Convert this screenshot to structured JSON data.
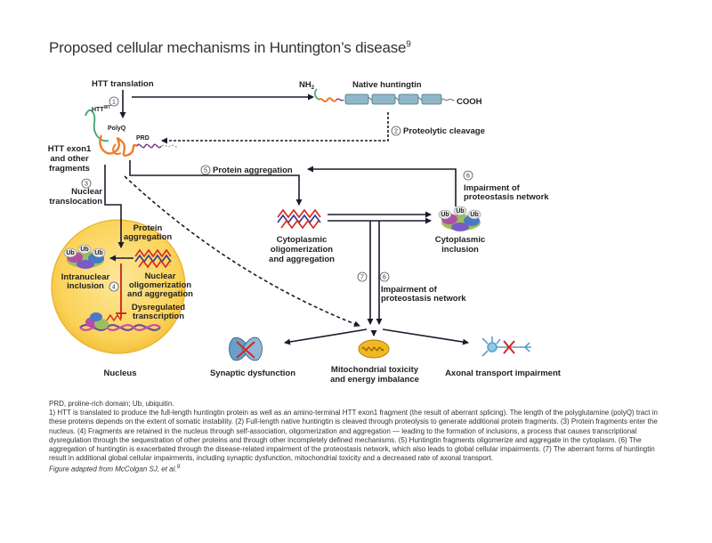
{
  "title": {
    "text": "Proposed cellular mechanisms in Huntington’s disease",
    "ref": "9"
  },
  "labels": {
    "htt_translation": "HTT translation",
    "nh2": "NH",
    "nh2_sub": "2",
    "native_huntingtin": "Native huntingtin",
    "cooh": "COOH",
    "htt_wt": "HTT",
    "htt_wt_sup": "WT",
    "polyq": "PolyQ",
    "prd": "PRD",
    "proteolytic_cleavage": "Proteolytic cleavage",
    "exon1_line1": "HTT exon1",
    "exon1_line2": "and other",
    "exon1_line3": "fragments",
    "protein_aggregation_top": "Protein aggregation",
    "impairment_top_1": "Impairment of",
    "impairment_top_2": "proteostasis network",
    "nuclear_translocation_1": "Nuclear",
    "nuclear_translocation_2": "translocation",
    "nuc_protein_aggregation_1": "Protein",
    "nuc_protein_aggregation_2": "aggregation",
    "intranuclear_1": "Intranuclear",
    "intranuclear_2": "inclusion",
    "nuclear_olig_1": "Nuclear",
    "nuclear_olig_2": "oligomerization",
    "nuclear_olig_3": "and aggregation",
    "dysregulated_1": "Dysregulated",
    "dysregulated_2": "transcription",
    "nucleus": "Nucleus",
    "cyto_olig_1": "Cytoplasmic",
    "cyto_olig_2": "oligomerization",
    "cyto_olig_3": "and aggregation",
    "cyto_incl_1": "Cytoplasmic",
    "cyto_incl_2": "inclusion",
    "impairment_mid_1": "Impairment of",
    "impairment_mid_2": "proteostasis network",
    "synaptic": "Synaptic dysfunction",
    "mito_1": "Mitochondrial toxicity",
    "mito_2": "and energy imbalance",
    "axonal": "Axonal transport impairment",
    "ub": "Ub"
  },
  "steps": {
    "s1": "1",
    "s2": "2",
    "s3": "3",
    "s4": "4",
    "s5": "5",
    "s6": "6",
    "s7": "7",
    "s6b": "6"
  },
  "colors": {
    "arrow": "#1a1a2e",
    "nucleus_fill": "#fbd96a",
    "aggregate_red": "#d7261e",
    "aggregate_blue": "#2a3a8c",
    "inhibit_red": "#cc1f1f",
    "protein_teal": "#8fb7c7",
    "protein_green": "#3aa66a",
    "fragment_orange": "#f07a2a"
  },
  "footer": {
    "abbrev": "PRD, proline-rich domain; Ub, ubiquitin.",
    "legend": "1) HTT is translated to produce the full-length huntingtin protein as well as an amino-terminal HTT exon1 fragment (the result of aberrant splicing). The length of the polyglutamine (polyQ) tract in these proteins depends on the extent of somatic instability. (2) Full-length native huntingtin is cleaved through proteolysis to generate additional protein fragments. (3) Protein fragments enter the nucleus. (4) Fragments are retained in the nucleus through self-association, oligomerization and aggregation — leading to the formation of inclusions, a process that causes transcriptional dysregulation through the sequestration of other proteins and through other incompletely defined mechanisms. (5) Huntingtin fragments oligomerize and aggregate in the cytoplasm. (6) The aggregation of huntingtin is exacerbated through the disease-related impairment of the proteostasis network, which also leads to global cellular impairments. (7) The aberrant forms of huntingtin result in additional global cellular impairments, including synaptic dysfunction, mitochondrial toxicity and a decreased rate of axonal transport.",
    "credit": "Figure adapted from McColgan SJ, et al.",
    "credit_ref": "9"
  }
}
